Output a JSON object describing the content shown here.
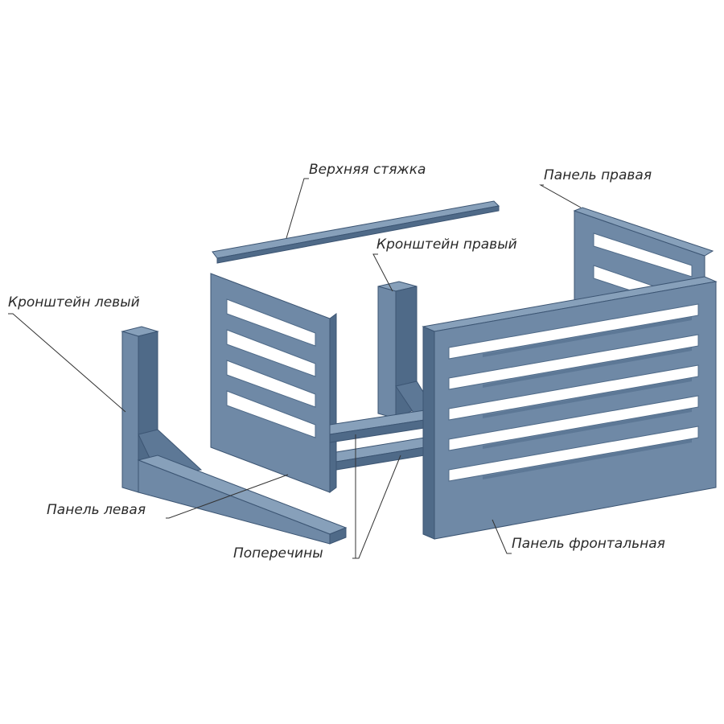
{
  "labels": {
    "top_tie": "Верхняя стяжка",
    "right_panel": "Панель правая",
    "right_bracket": "Кронштейн правый",
    "left_bracket": "Кронштейн левый",
    "left_panel": "Панель левая",
    "crossbars": "Поперечины",
    "front_panel": "Панель фронтальная"
  },
  "colors": {
    "metal": "#6f89a6",
    "metal_light": "#87a0ba",
    "metal_dark": "#4f6a88",
    "edge": "#3c5573",
    "leader": "#333333"
  }
}
